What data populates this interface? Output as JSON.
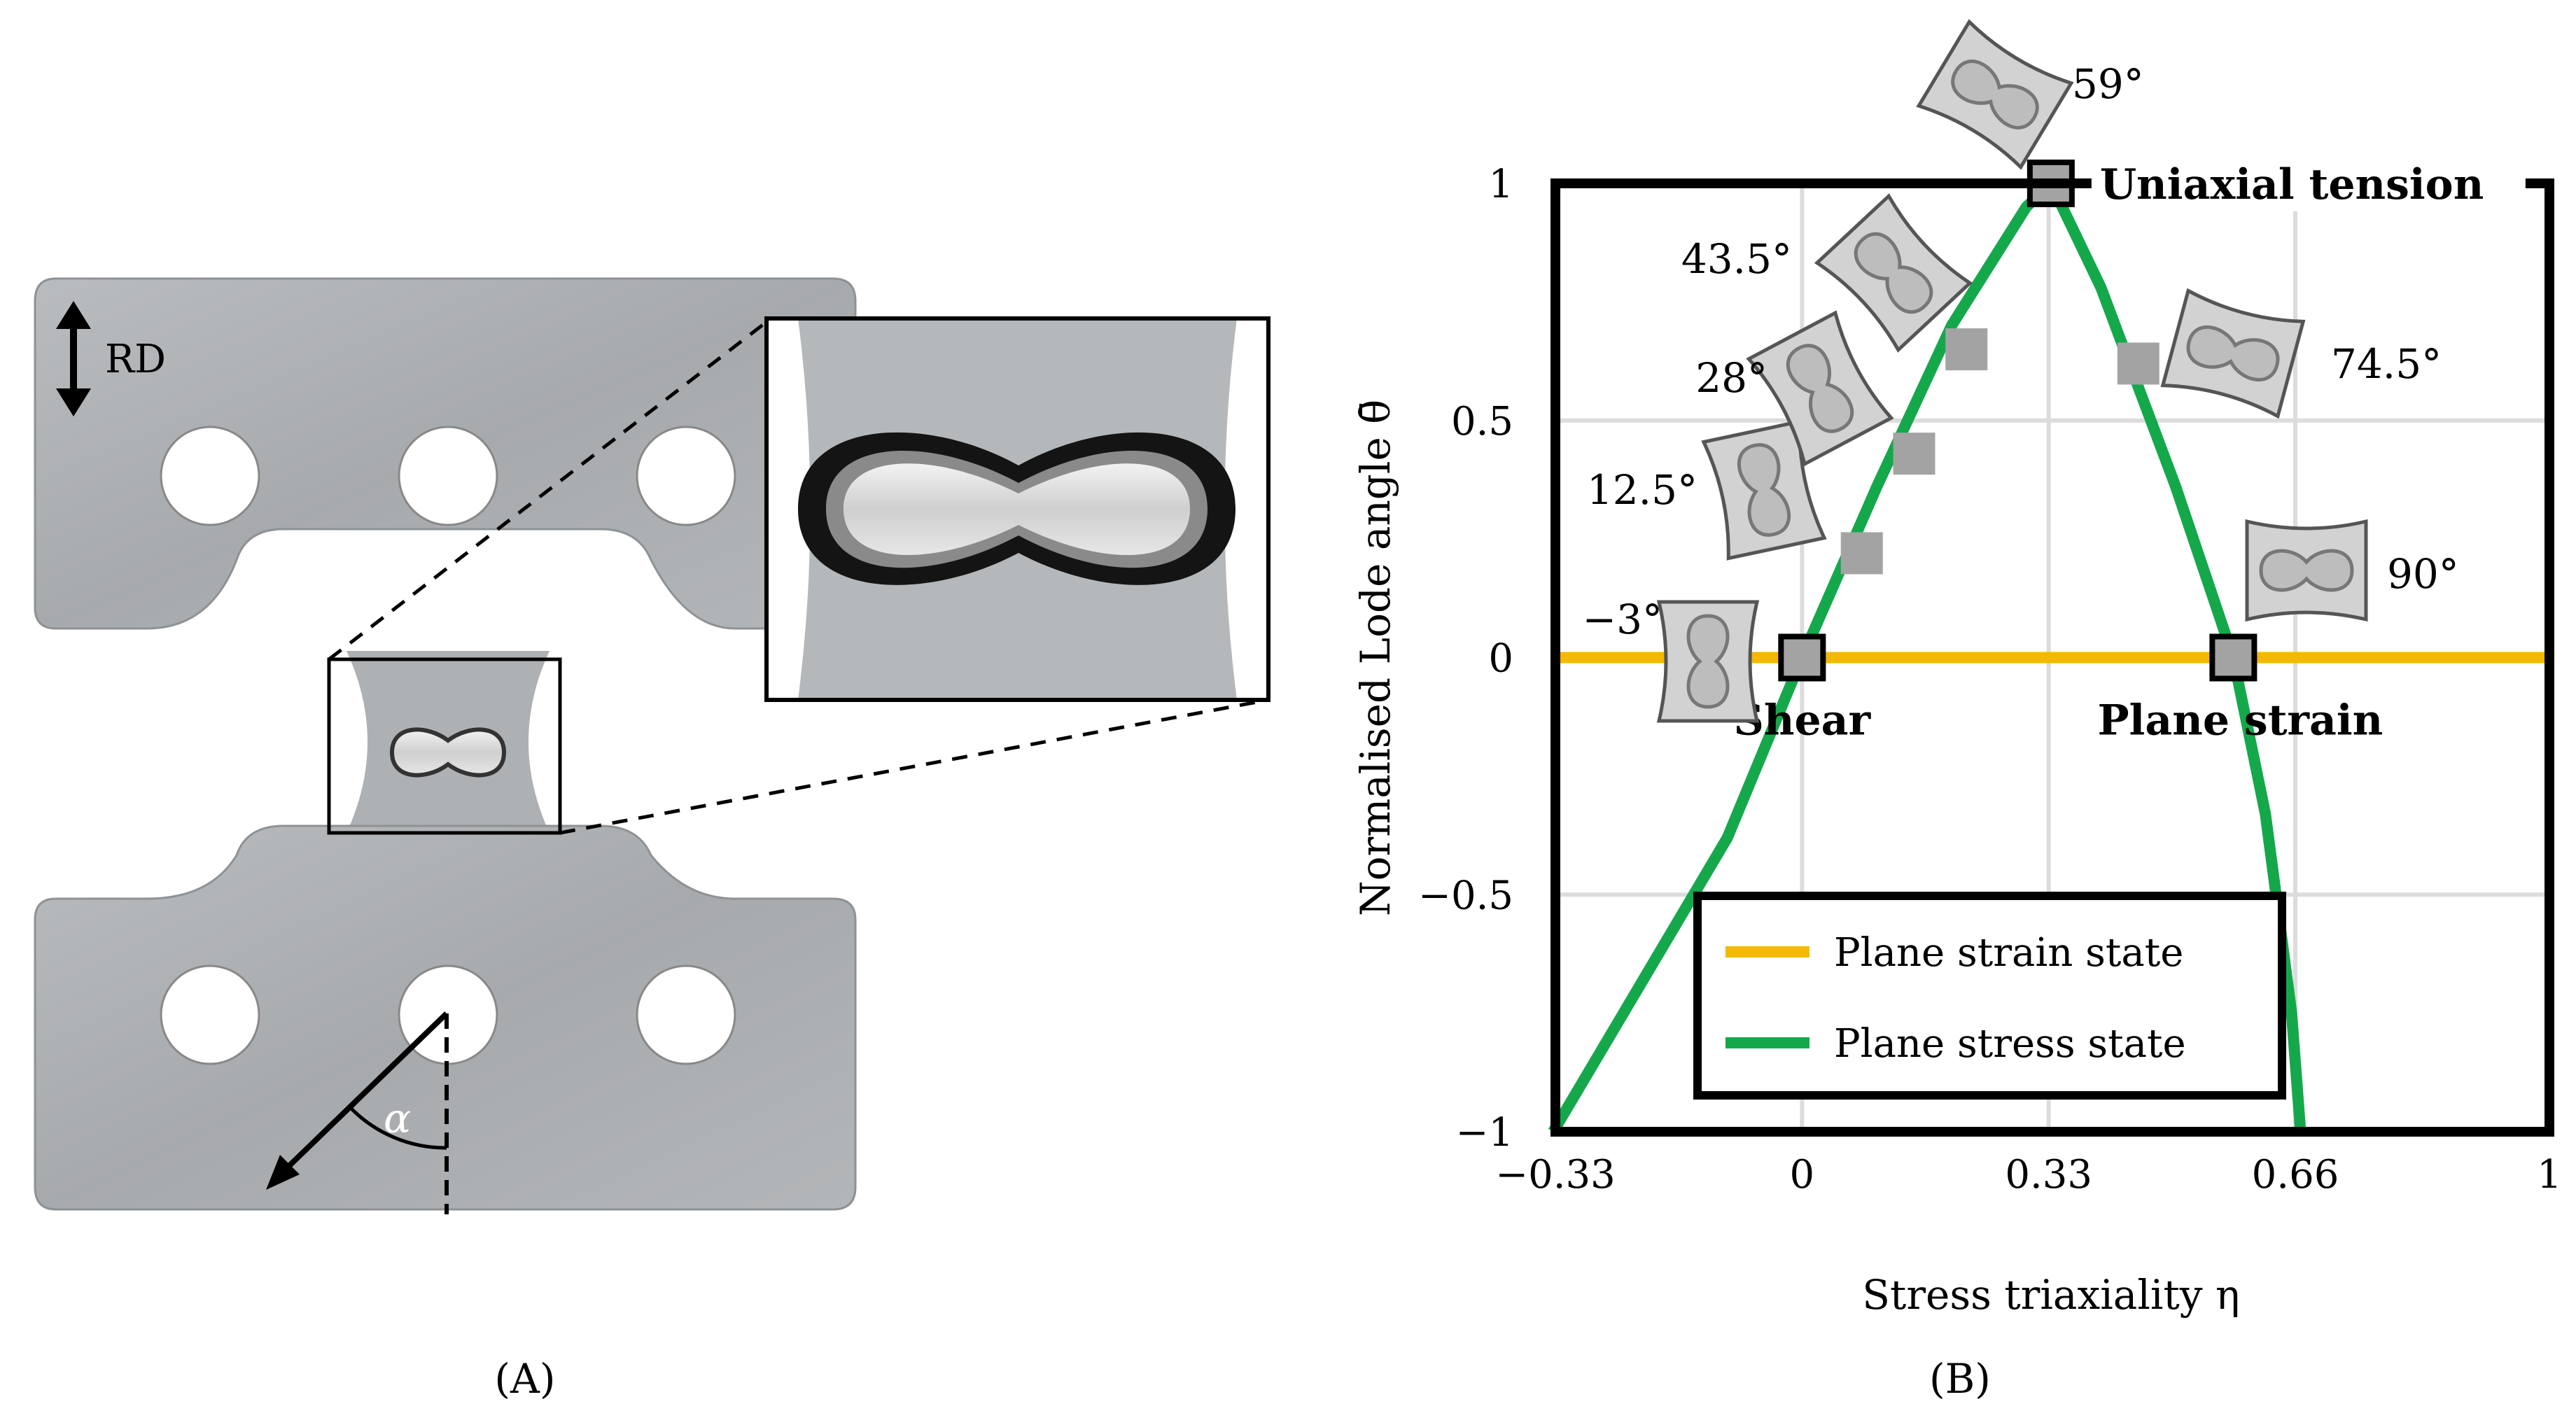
{
  "panel_a": {
    "caption": "(A)",
    "rd_label": "RD",
    "angle_label": "α"
  },
  "panel_b": {
    "caption": "(B)",
    "xlabel": "Stress triaxiality η",
    "ylabel": "Normalised Lode angle θ̄",
    "chart_data": {
      "type": "line",
      "xlim": [
        -0.33,
        1
      ],
      "ylim": [
        -1,
        1
      ],
      "x_ticks": [
        {
          "value": -0.33,
          "label": "−0.33"
        },
        {
          "value": 0,
          "label": "0"
        },
        {
          "value": 0.33,
          "label": "0.33"
        },
        {
          "value": 0.66,
          "label": "0.66"
        },
        {
          "value": 1,
          "label": "1"
        }
      ],
      "y_ticks": [
        {
          "value": 1,
          "label": "1"
        },
        {
          "value": 0.5,
          "label": "0.5"
        },
        {
          "value": 0,
          "label": "0"
        },
        {
          "value": -0.5,
          "label": "−0.5"
        },
        {
          "value": -1,
          "label": "−1"
        }
      ],
      "grid": true,
      "legend_position": "bottom-center",
      "series": [
        {
          "name": "Plane strain state",
          "color": "#f5b800",
          "x": [
            -0.33,
            1
          ],
          "y": [
            0,
            0
          ]
        },
        {
          "name": "Plane stress state",
          "color": "#14a84b",
          "x": [
            -0.333,
            -0.1,
            0.0,
            0.1,
            0.2,
            0.3,
            0.333,
            0.4,
            0.5,
            0.577,
            0.62,
            0.655,
            0.667
          ],
          "y": [
            -1,
            -0.38,
            0.0,
            0.36,
            0.7,
            0.95,
            1,
            0.78,
            0.36,
            0.0,
            -0.33,
            -0.75,
            -1
          ]
        }
      ],
      "key_points": [
        {
          "label": "Uniaxial tension",
          "x": 0.333,
          "y": 1
        },
        {
          "label": "Shear",
          "x": 0.0,
          "y": 0.0
        },
        {
          "label": "Plane strain",
          "x": 0.577,
          "y": 0.0
        }
      ],
      "tests": [
        {
          "angle": "−3°",
          "x": 0.0,
          "y": 0.0
        },
        {
          "angle": "12.5°",
          "x": 0.08,
          "y": 0.22
        },
        {
          "angle": "28°",
          "x": 0.15,
          "y": 0.43
        },
        {
          "angle": "43.5°",
          "x": 0.22,
          "y": 0.65
        },
        {
          "angle": "59°",
          "x": 0.333,
          "y": 1
        },
        {
          "angle": "74.5°",
          "x": 0.45,
          "y": 0.62
        },
        {
          "angle": "90°",
          "x": 0.577,
          "y": 0.0
        }
      ]
    }
  }
}
